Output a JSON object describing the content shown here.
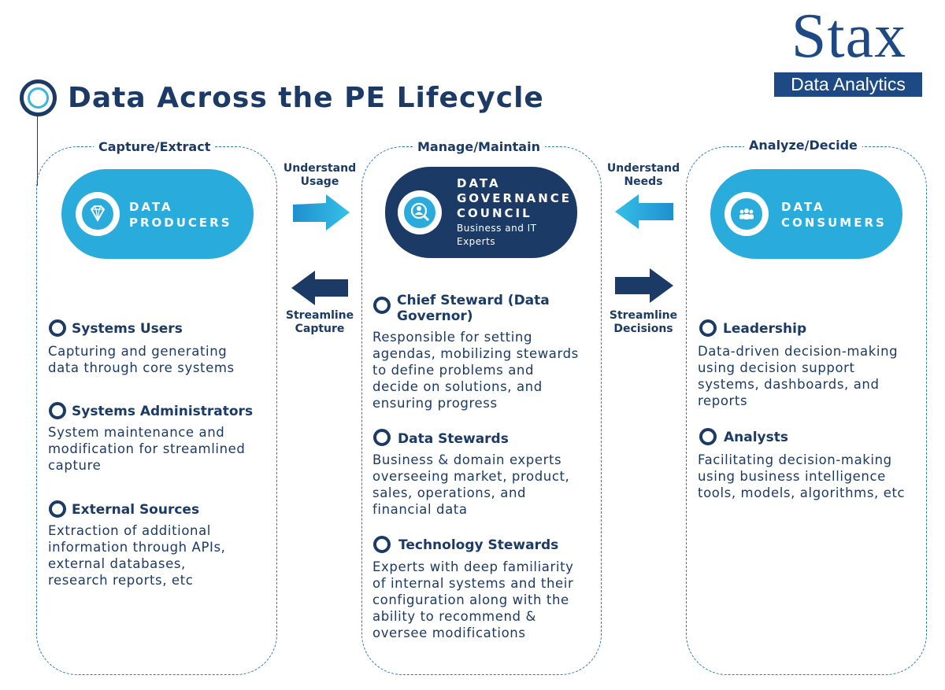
{
  "logo": {
    "word": "Stax",
    "sub": "Data Analytics"
  },
  "title": "Data Across the PE Lifecycle",
  "columns": {
    "capture": {
      "label": "Capture/Extract",
      "pill": {
        "line1": "DATA",
        "line2": "PRODUCERS",
        "icon": "diamond-icon"
      },
      "items": [
        {
          "title": "Systems Users",
          "desc": [
            "Capturing and generating",
            "data through core systems"
          ]
        },
        {
          "title": "Systems Administrators",
          "desc": [
            "System maintenance and",
            "modification for streamlined",
            "capture"
          ]
        },
        {
          "title": "External Sources",
          "desc": [
            "Extraction of additional",
            "information through APIs,",
            "external databases,",
            "research reports, etc"
          ]
        }
      ]
    },
    "manage": {
      "label": "Manage/Maintain",
      "pill": {
        "line1": "DATA",
        "line2": "GOVERNANCE",
        "line3": "COUNCIL",
        "sub1": "Business and IT",
        "sub2": "Experts",
        "icon": "magnifier-user-icon"
      },
      "items": [
        {
          "title1": "Chief Steward (Data",
          "title2": "Governor)",
          "desc": [
            "Responsible for setting",
            "agendas, mobilizing stewards",
            "to define problems and",
            "decide on solutions, and",
            "ensuring progress"
          ]
        },
        {
          "title": "Data Stewards",
          "desc": [
            "Business & domain experts",
            "overseeing market, product,",
            "sales, operations, and",
            "financial data"
          ]
        },
        {
          "title": "Technology Stewards",
          "desc": [
            "Experts with deep familiarity",
            "of internal systems and their",
            "configuration along with the",
            "ability to recommend &",
            "oversee modifications"
          ]
        }
      ]
    },
    "analyze": {
      "label": "Analyze/Decide",
      "pill": {
        "line1": "DATA",
        "line2": "CONSUMERS",
        "icon": "people-icon"
      },
      "items": [
        {
          "title": "Leadership",
          "desc": [
            "Data-driven decision-making",
            "using decision support",
            "systems, dashboards, and",
            "reports"
          ]
        },
        {
          "title": "Analysts",
          "desc": [
            "Facilitating decision-making",
            "using business intelligence",
            "tools, models, algorithms, etc"
          ]
        }
      ]
    }
  },
  "arrows": {
    "understand_usage": [
      "Understand",
      "Usage"
    ],
    "streamline_capture": [
      "Streamline",
      "Capture"
    ],
    "understand_needs": [
      "Understand",
      "Needs"
    ],
    "streamline_decisions": [
      "Streamline",
      "Decisions"
    ]
  },
  "colors": {
    "navy": "#1b3a66",
    "cyan": "#29abdc",
    "logo": "#1d4a84",
    "dash": "#2a78b4"
  }
}
